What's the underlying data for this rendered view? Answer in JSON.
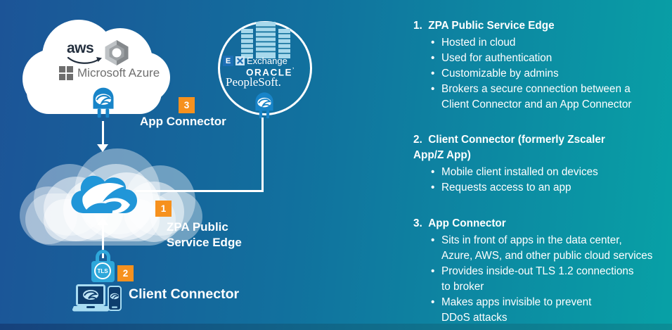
{
  "colors": {
    "background_left": "#1C5497",
    "background_right": "#08A1A6",
    "accent_orange": "#F6911E",
    "zscaler_blue": "#2196D8",
    "connector_blue": "#1884C8",
    "lock_blue": "#2EA7DA",
    "device_blue": "#A8DCF2"
  },
  "diagram": {
    "app_cloud": {
      "aws_label": "aws",
      "azure_label": "Microsoft Azure"
    },
    "dc_circle": {
      "exchange_e": "E",
      "exchange_label": "Exchange",
      "oracle_label": "ORACLE",
      "oracle_mark": "’",
      "peoplesoft_label": "PeopleSoft."
    },
    "badges": {
      "service_edge": "1",
      "client_connector": "2",
      "app_connector": "3"
    },
    "labels": {
      "app_connector": "App Connector",
      "service_edge": "ZPA Public\nService Edge",
      "client_connector": "Client Connector",
      "tls": "TLS"
    }
  },
  "panel": {
    "sections": [
      {
        "heading": "1.  ZPA Public Service Edge",
        "bullets": [
          "Hosted in cloud",
          "Used for authentication",
          "Customizable by admins",
          "Brokers a secure connection between a\nClient Connector and an App Connector"
        ]
      },
      {
        "heading": "2.  Client Connector (formerly Zscaler\nApp/Z App)",
        "bullets": [
          "Mobile client installed on devices",
          "Requests access to an app"
        ]
      },
      {
        "heading": "3.  App Connector",
        "bullets": [
          "Sits in front of apps in the data center,\nAzure, AWS, and other public cloud services",
          "Provides inside-out TLS 1.2 connections\nto broker",
          "Makes apps invisible to prevent\nDDoS attacks"
        ]
      }
    ]
  }
}
